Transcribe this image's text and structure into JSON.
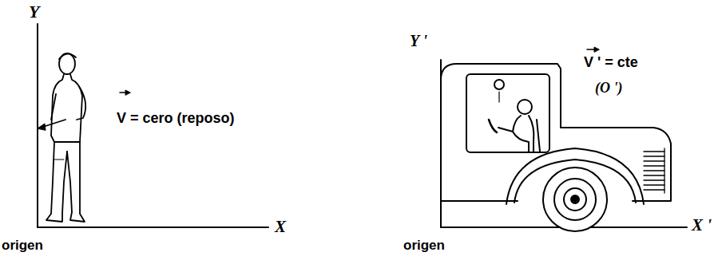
{
  "diagram": {
    "labels": [
      "Y",
      "V = cero (reposo)",
      "origen",
      "X",
      "Y '",
      "V ' = cte",
      "(O ')",
      "origen",
      "X '"
    ]
  }
}
